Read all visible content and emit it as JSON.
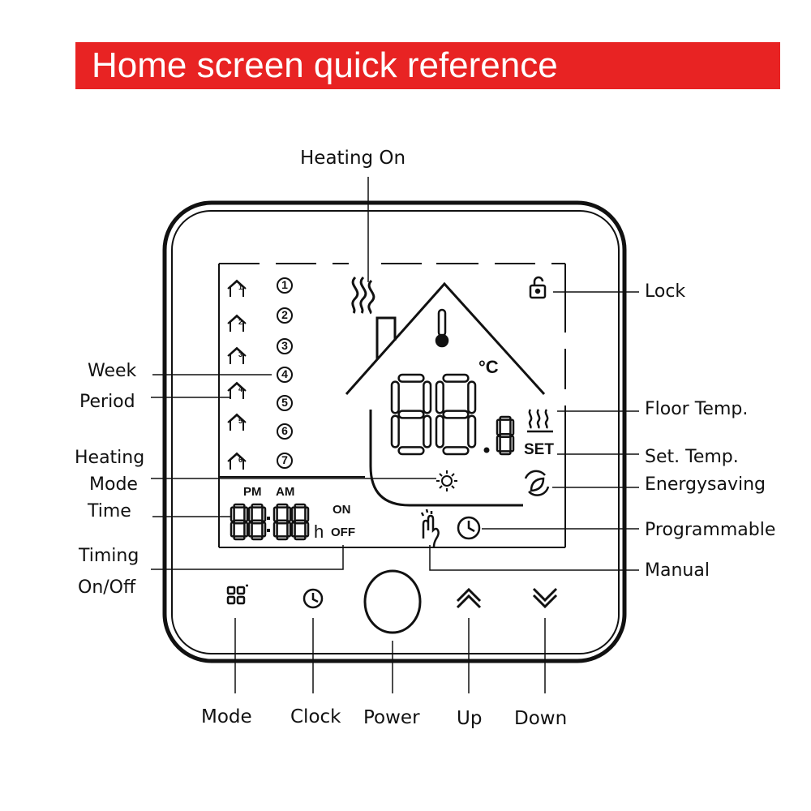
{
  "banner": {
    "title": "Home screen quick reference",
    "color": "#e82323"
  },
  "labels": {
    "heating_on": "Heating On",
    "lock": "Lock",
    "week": "Week",
    "period": "Period",
    "heating_mode_line1": "Heating",
    "heating_mode_line2": "Mode",
    "time": "Time",
    "timing_line1": "Timing",
    "timing_line2": "On/Off",
    "floor_temp": "Floor Temp.",
    "set_temp": "Set. Temp.",
    "energysaving": "Energysaving",
    "programmable": "Programmable",
    "manual": "Manual",
    "mode": "Mode",
    "clock": "Clock",
    "power": "Power",
    "up": "Up",
    "down": "Down"
  },
  "lcd": {
    "pm": "PM",
    "am": "AM",
    "on": "ON",
    "off": "OFF",
    "hour_unit": "h",
    "set": "SET",
    "degree_c": "°C",
    "days": [
      "1",
      "2",
      "3",
      "4",
      "5",
      "6",
      "7"
    ],
    "periods": [
      "1",
      "2",
      "3",
      "4",
      "5",
      "6"
    ]
  },
  "icons": [
    "waves-heat-icon",
    "lock-icon",
    "thermometer-icon",
    "sun-icon",
    "leaf-icon",
    "clock-icon",
    "hand-icon",
    "floor-heat-icon",
    "mode-grid-icon",
    "power-button",
    "up-chevron-icon",
    "down-chevron-icon"
  ]
}
